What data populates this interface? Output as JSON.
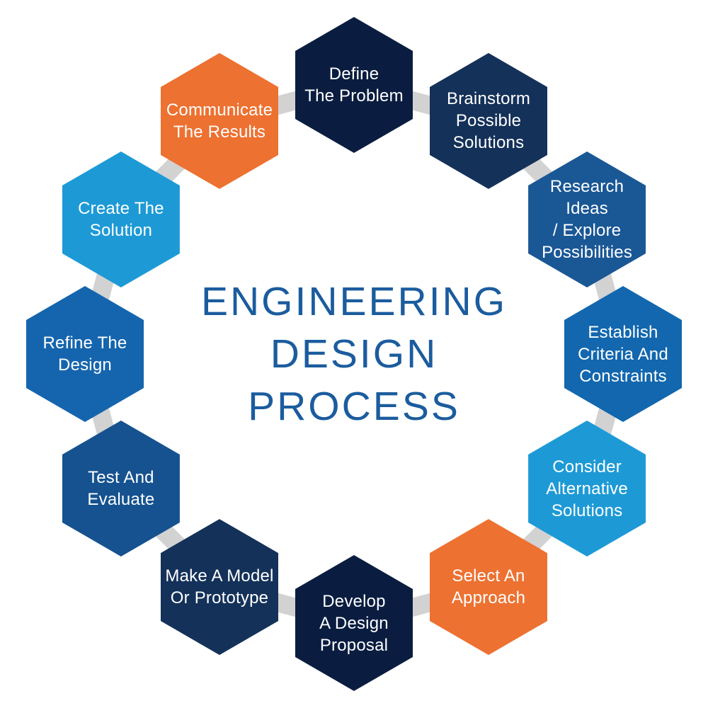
{
  "title": {
    "lines": [
      "ENGINEERING",
      "DESIGN",
      "PROCESS"
    ],
    "color": "#1b5c9e"
  },
  "ring": {
    "color": "#d2d2d2"
  },
  "background_color": "#ffffff",
  "text_color_on_hex": "#ffffff",
  "steps": [
    {
      "label": "Define The Problem",
      "lines": [
        "Define",
        "The Problem"
      ],
      "color": "#0a1d40"
    },
    {
      "label": "Brainstorm Possible Solutions",
      "lines": [
        "Brainstorm",
        "Possible",
        "Solutions"
      ],
      "color": "#143159"
    },
    {
      "label": "Research Ideas / Explore Possibilities",
      "lines": [
        "Research Ideas",
        "/ Explore",
        "Possibilities"
      ],
      "color": "#1a5795"
    },
    {
      "label": "Establish Criteria And Constraints",
      "lines": [
        "Establish",
        "Criteria And",
        "Constraints"
      ],
      "color": "#1267ae"
    },
    {
      "label": "Consider Alternative Solutions",
      "lines": [
        "Consider",
        "Alternative",
        "Solutions"
      ],
      "color": "#1d9ad6"
    },
    {
      "label": "Select An Approach",
      "lines": [
        "Select An",
        "Approach"
      ],
      "color": "#ed7131"
    },
    {
      "label": "Develop A Design Proposal",
      "lines": [
        "Develop",
        "A Design",
        "Proposal"
      ],
      "color": "#0a1d40"
    },
    {
      "label": "Make A Model Or Prototype",
      "lines": [
        "Make A Model",
        "Or Prototype"
      ],
      "color": "#143159"
    },
    {
      "label": "Test And Evaluate",
      "lines": [
        "Test And",
        "Evaluate"
      ],
      "color": "#15528f"
    },
    {
      "label": "Refine The Design",
      "lines": [
        "Refine The",
        "Design"
      ],
      "color": "#1565ae"
    },
    {
      "label": "Create The Solution",
      "lines": [
        "Create The",
        "Solution"
      ],
      "color": "#1d9ad6"
    },
    {
      "label": "Communicate The Results",
      "lines": [
        "Communicate",
        "The Results"
      ],
      "color": "#ed7131"
    }
  ]
}
